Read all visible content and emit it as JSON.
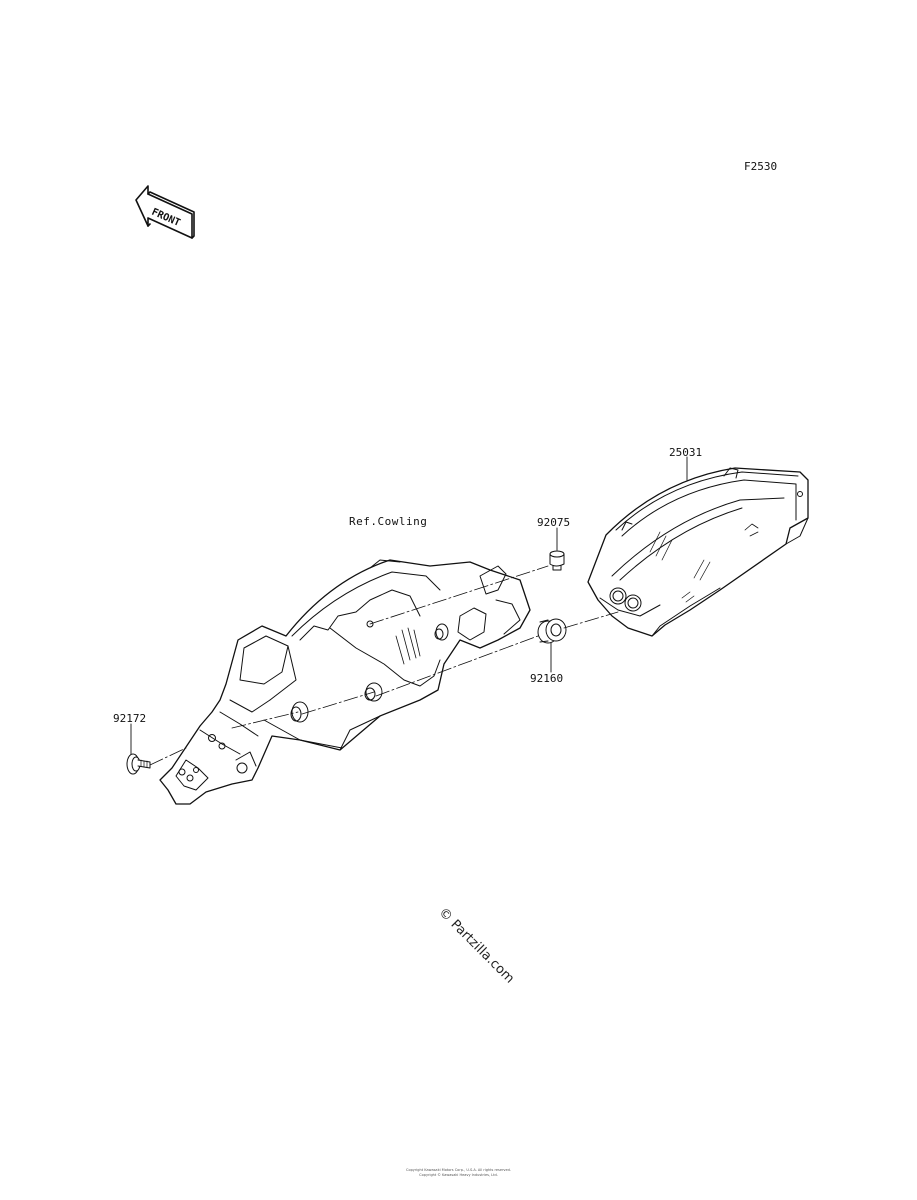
{
  "figure": {
    "code": "F2530",
    "front_marker": "FRONT"
  },
  "parts": {
    "p25031": "25031",
    "p92075": "92075",
    "p92160": "92160",
    "p92172": "92172"
  },
  "reference": {
    "cowling": "Ref.Cowling"
  },
  "watermark": "© Partzilla.com",
  "footer": {
    "line1": "Copyright Kawasaki Motors Corp., U.S.A. All rights reserved.",
    "line2": "Copyright © Kawasaki Heavy Industries, Ltd."
  }
}
